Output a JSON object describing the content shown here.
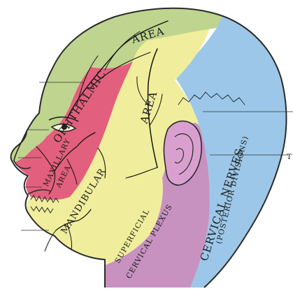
{
  "colors": {
    "ophthalmic_area": "#bfd48e",
    "maxillary_area": "#e2607d",
    "mandibular_area": "#f0ee9c",
    "cervical_nerves_area": "#9cc7e8",
    "superficial_cervical_plexus": "#c792c0",
    "background": "#ffffff"
  },
  "regions": {
    "ophthalmic": {
      "label_a": "OPHTHALMIC",
      "label_b": "AREA"
    },
    "maxillary": {
      "label_a": "MAXILLARY",
      "label_b": "AREA"
    },
    "mandibular": {
      "label_a": "MANDIBULAR",
      "label_b": "AREA"
    },
    "cervical_nerves": {
      "label": "CERVICAL NERVES",
      "sublabel": "(POSTERIOR DIVISIONS)"
    },
    "superficial_plexus": {
      "label_a": "SUPERFICIAL",
      "label_b": "CERVICAL PLEXUS"
    }
  },
  "edge_label": "T"
}
